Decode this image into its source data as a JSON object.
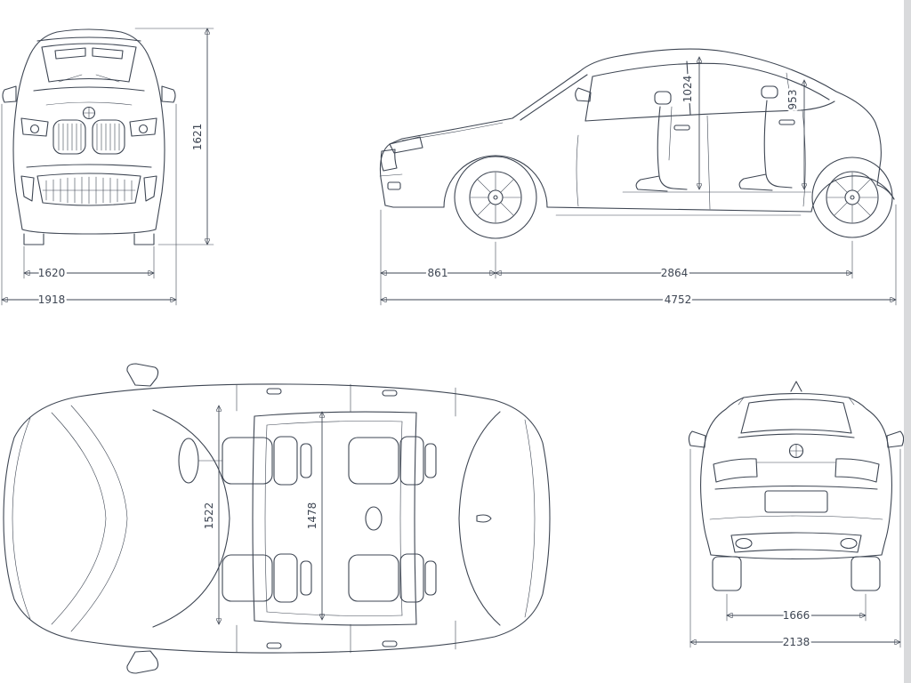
{
  "colors": {
    "line": "#3e4653",
    "background": "#ffffff",
    "edge_strip": "#d9dadc"
  },
  "views": {
    "front": {
      "height": "1621",
      "track_width": "1620",
      "overall_width": "1918"
    },
    "side": {
      "front_interior_height": "1024",
      "rear_interior_height": "953",
      "front_overhang": "861",
      "wheelbase": "2864",
      "overall_length": "4752"
    },
    "top": {
      "front_interior_width": "1522",
      "rear_interior_width": "1478"
    },
    "rear": {
      "track_width": "1666",
      "width_with_mirrors": "2138"
    }
  }
}
